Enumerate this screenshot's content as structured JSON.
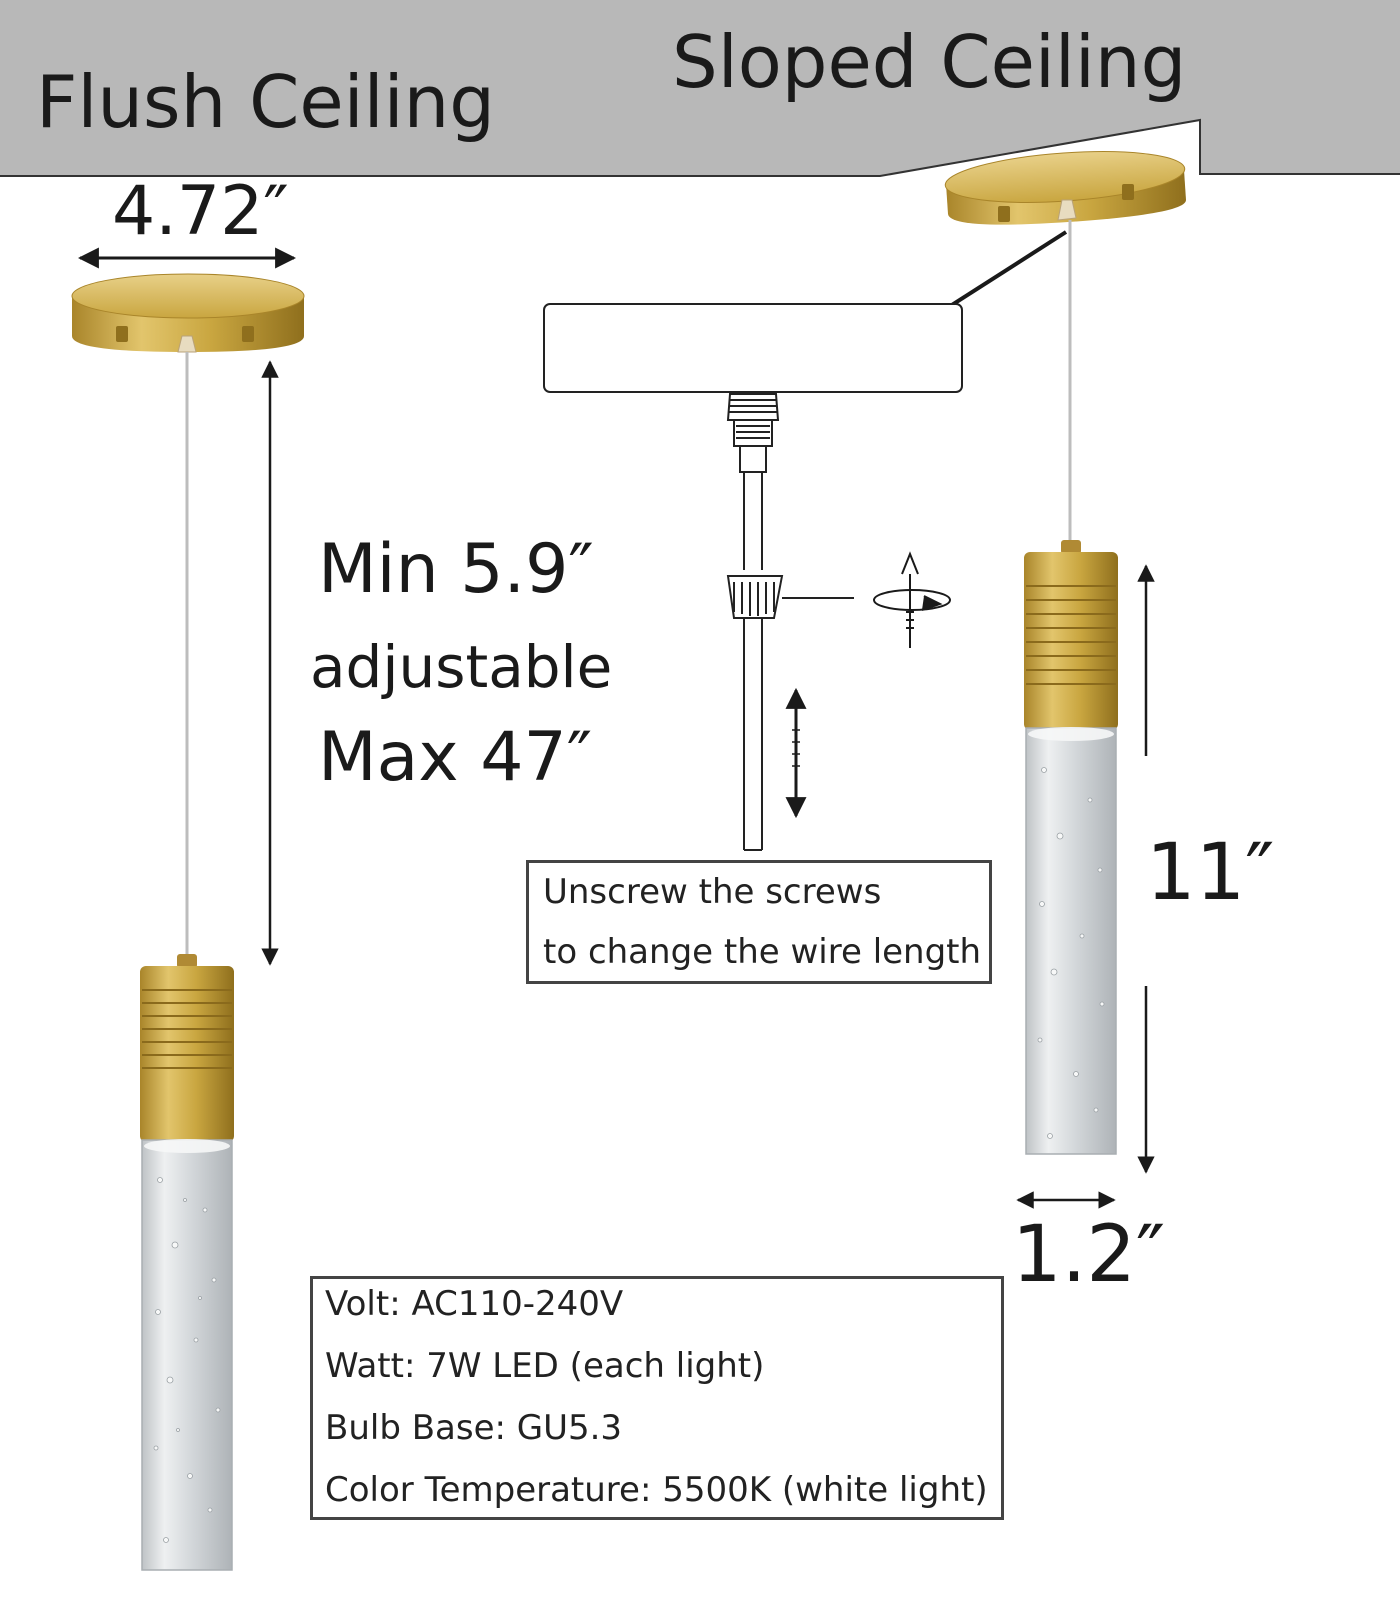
{
  "labels": {
    "flush_ceiling": "Flush Ceiling",
    "sloped_ceiling": "Sloped Ceiling",
    "canopy_width": "4.72″",
    "adjust_min": "Min 5.9″",
    "adjust_word": "adjustable",
    "adjust_max": "Max 47″",
    "pendant_length": "11″",
    "pendant_width": "1.2″"
  },
  "instruction": {
    "line1": "Unscrew the screws",
    "line2": "to change the wire length"
  },
  "specs": [
    "Volt: AC110-240V",
    "Watt: 7W LED (each light)",
    "Bulb Base: GU5.3",
    "Color Temperature: 5500K (white light)"
  ],
  "colors": {
    "ceiling": "#b8b8b8",
    "brass": "#c9a640",
    "brass_dark": "#9b7a22",
    "brass_light": "#e6cc7a",
    "glass": "#d6dadd",
    "line": "#1a1a1a"
  }
}
